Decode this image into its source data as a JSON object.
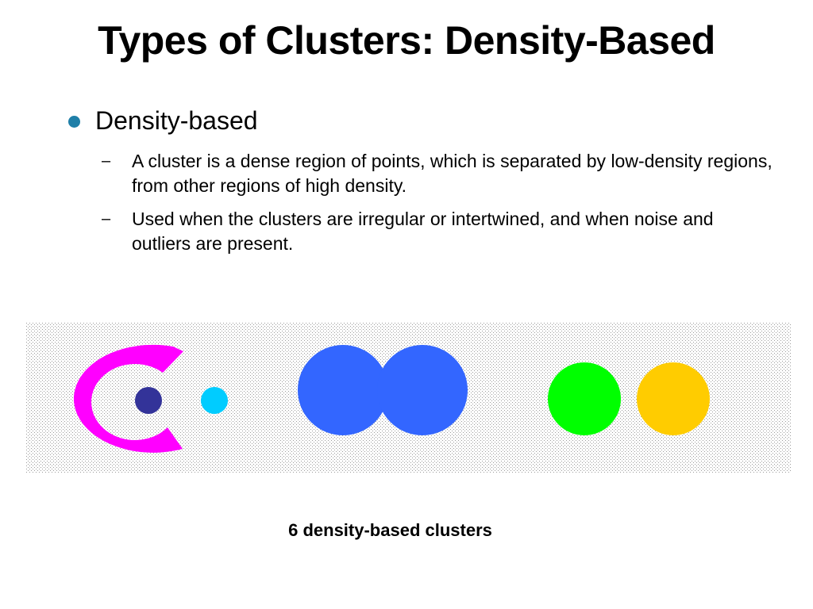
{
  "slide": {
    "title": "Types of Clusters: Density-Based",
    "bullet": {
      "text": "Density-based",
      "color": "#1f7fa8"
    },
    "subbullets": [
      {
        "marker": "–",
        "text": "A cluster is a dense region of points, which is separated by low-density regions, from other regions of high density."
      },
      {
        "marker": "–",
        "text": "Used when the clusters are irregular or intertwined, and when noise and outliers are present."
      }
    ],
    "caption": "6 density-based clusters"
  },
  "figure": {
    "noise_color": "#9a9a9a",
    "clusters": [
      {
        "name": "c-shape",
        "color": "#ff00ff"
      },
      {
        "name": "small-dark-blue",
        "color": "#333399"
      },
      {
        "name": "small-cyan",
        "color": "#00ccff"
      },
      {
        "name": "overlapping-blue",
        "color": "#3366ff"
      },
      {
        "name": "green",
        "color": "#00ff00"
      },
      {
        "name": "yellow",
        "color": "#ffcc00"
      }
    ]
  }
}
